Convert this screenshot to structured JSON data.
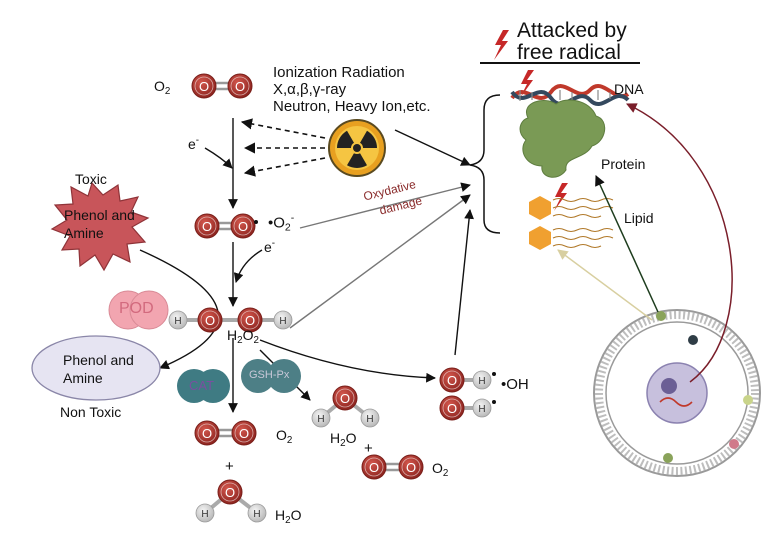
{
  "heading": {
    "line1": "Attacked by",
    "line2": "free radical"
  },
  "radiation": {
    "line1": "Ionization Radiation",
    "line2": "X,α,β,γ-ray",
    "line3": "Neutron, Heavy Ion,etc."
  },
  "species": {
    "o2_top": "O",
    "o2_top_sub": "2",
    "electron1": "e",
    "electron1_sup": "-",
    "superoxide_dot": "•O",
    "superoxide_sub": "2",
    "superoxide_sup": "-",
    "electron2": "e",
    "electron2_sup": "-",
    "h2o2": "H",
    "h2o2_sub1": "2",
    "h2o2_mid": "O",
    "h2o2_sub2": "2",
    "hydroxyl": "•OH",
    "o2_product": "O",
    "o2_product_sub": "2",
    "plus1": "+",
    "h2o_1": "H",
    "h2o_1_sub": "2",
    "h2o_1_o": "O",
    "plus2": "+",
    "o2_right": "O",
    "o2_right_sub": "2",
    "h2o_2": "H",
    "h2o_2_sub": "2",
    "h2o_2_o": "O"
  },
  "atom_labels": {
    "oxygen": "O",
    "hydrogen": "H"
  },
  "enzymes": {
    "pod": "POD",
    "cat": "CAT",
    "gsh": "GSH-Px"
  },
  "toxic": {
    "title": "Toxic",
    "body1": "Phenol and",
    "body2": "Amine"
  },
  "nontoxic": {
    "body1": "Phenol and",
    "body2": "Amine",
    "caption": "Non Toxic"
  },
  "damage": {
    "line1": "Oxydative",
    "line2": "damage"
  },
  "targets": {
    "dna": "DNA",
    "protein": "Protein",
    "lipid": "Lipid"
  },
  "colors": {
    "oxygen": "#b5342c",
    "hydrogen": "#d9d9d9",
    "toxic": "#c8555a",
    "nontoxic": "#e6e4f2",
    "pod": "#f2a5b0",
    "cat": "#3f7b83",
    "gsh": "#4d7f86",
    "damage_text": "#8a2b2b",
    "lightning": "#c62828",
    "dna_red": "#c0392b",
    "dna_blue": "#34495e",
    "protein": "#7a9a55",
    "lipid": "#f0a030",
    "radiation": "#e8a020"
  },
  "icons": [
    "radiation-icon",
    "lightning-icon",
    "dna-icon",
    "protein-icon",
    "lipid-icon",
    "cell-icon"
  ]
}
